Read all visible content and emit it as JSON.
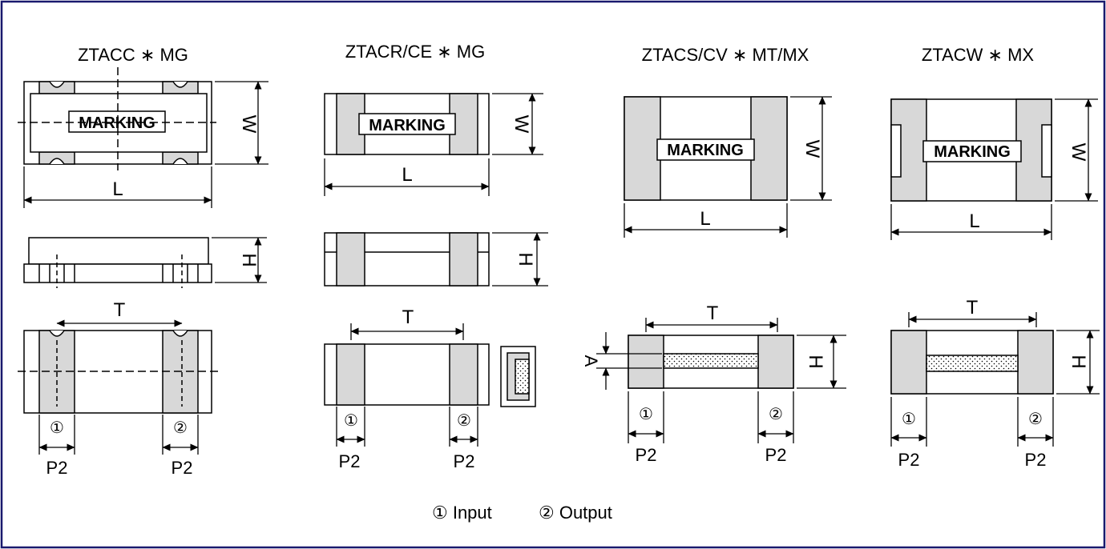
{
  "titles": {
    "ztacc": "ZTACC ∗ MG",
    "ztacr": "ZTACR/CE ∗ MG",
    "ztacs": "ZTACS/CV ∗ MT/MX",
    "ztacw": "ZTACW ∗ MX"
  },
  "marking": "MARKING",
  "dims": {
    "w": "W",
    "l": "L",
    "h": "H",
    "t": "T",
    "a": "A",
    "p2": "P2"
  },
  "pins": {
    "in": "①",
    "out": "②"
  },
  "legend": {
    "input": "① Input",
    "output": "② Output"
  },
  "colors": {
    "border": "#1a1a6e",
    "pad": "#d8d8d8",
    "stroke": "#000000"
  }
}
